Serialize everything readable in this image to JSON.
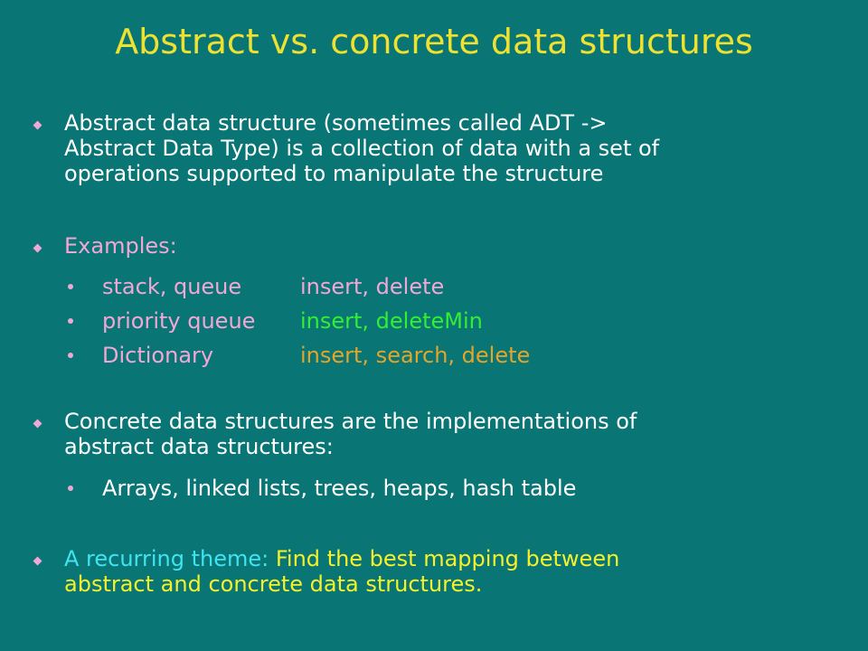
{
  "colors": {
    "background": "#097575",
    "title": "#EEE12F",
    "body": "#FFFFFF",
    "pink": "#F2A8D6",
    "green": "#33EE33",
    "gold": "#E3A62A",
    "cyan": "#3FE4F0",
    "yellow": "#F5F22A",
    "diamond": "#F2A8D6"
  },
  "title": "Abstract vs. concrete data structures",
  "bullets": {
    "adt": {
      "lines": [
        "Abstract data structure (sometimes called ADT ->",
        "Abstract Data Type) is a collection of data with a set of",
        "operations supported to manipulate the structure"
      ]
    },
    "examples": {
      "label": "Examples:",
      "items": [
        {
          "name": "stack, queue",
          "ops": "insert, delete"
        },
        {
          "name": "priority queue",
          "ops": "insert, deleteMin"
        },
        {
          "name": "Dictionary",
          "ops": "insert, search, delete"
        }
      ]
    },
    "concrete": {
      "lines": [
        "Concrete data structures are the implementations of",
        "abstract data structures:"
      ],
      "sub": "Arrays, linked lists, trees, heaps, hash table"
    },
    "theme": {
      "label": "A recurring theme:",
      "line1": " Find the best mapping between",
      "line2": "abstract and concrete data structures."
    }
  }
}
